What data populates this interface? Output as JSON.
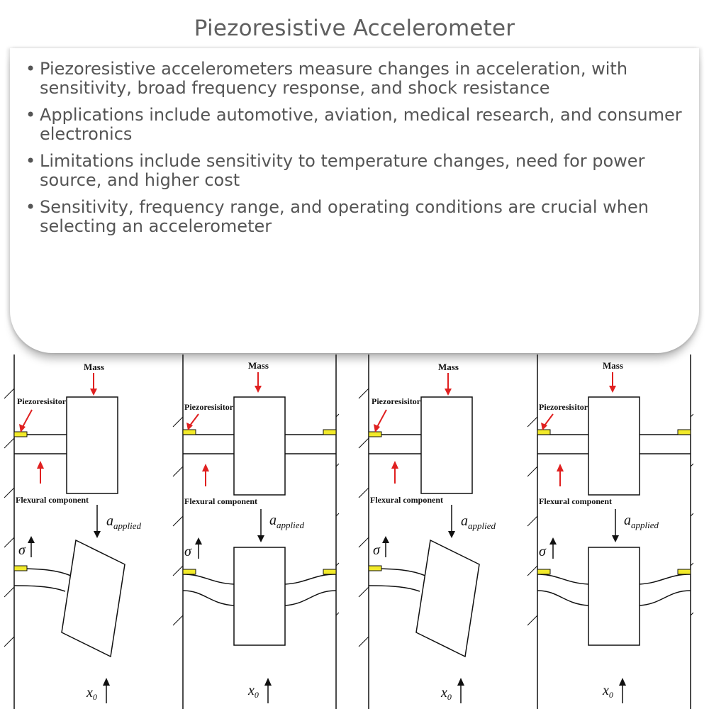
{
  "header": {
    "title": "Piezoresistive Accelerometer"
  },
  "bullets": [
    "Piezoresistive accelerometers measure changes in acceleration, with sensitivity, broad frequency response, and shock resistance",
    "Applications include automotive, aviation, medical research, and consumer electronics",
    "Limitations include sensitivity to temperature changes, need for power source, and higher cost",
    "Sensitivity, frequency range, and operating conditions are crucial when selecting an accelerometer"
  ],
  "diagram": {
    "label_mass": "Mass",
    "label_piezoresistor": "Piezoresisitor",
    "label_flexural": "Flexural component",
    "label_a": "a",
    "label_applied": "applied",
    "label_sigma": "σ",
    "label_x": "x",
    "label_x_sub": "0"
  },
  "colors": {
    "title_text": "#5f5f5f",
    "body_text": "#555555",
    "arrow_red": "#e02020",
    "piezo_yellow": "#f2ea2a",
    "line_black": "#111111"
  }
}
